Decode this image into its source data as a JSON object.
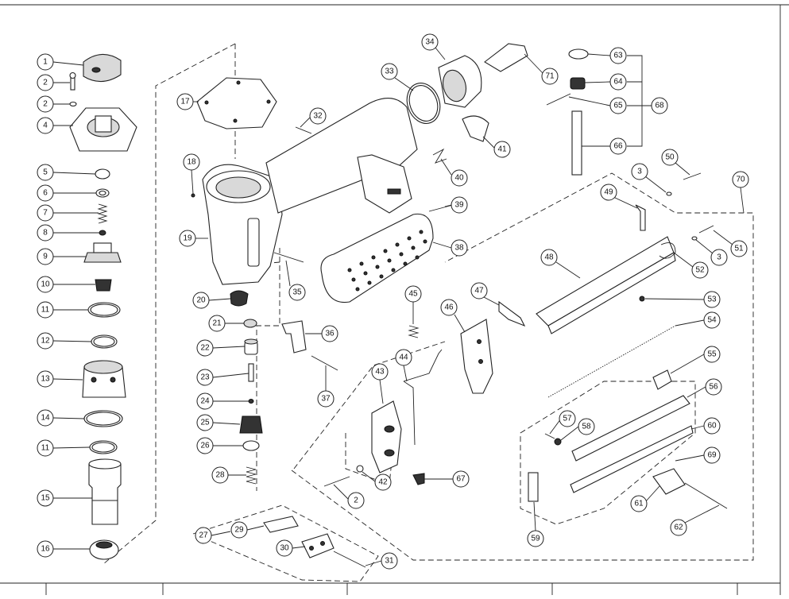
{
  "diagram": {
    "callouts": [
      {
        "id": "c1",
        "label": "1"
      },
      {
        "id": "c2a",
        "label": "2"
      },
      {
        "id": "c2b",
        "label": "2"
      },
      {
        "id": "c4",
        "label": "4"
      },
      {
        "id": "c5",
        "label": "5"
      },
      {
        "id": "c6",
        "label": "6"
      },
      {
        "id": "c7",
        "label": "7"
      },
      {
        "id": "c8",
        "label": "8"
      },
      {
        "id": "c9",
        "label": "9"
      },
      {
        "id": "c10",
        "label": "10"
      },
      {
        "id": "c11a",
        "label": "11"
      },
      {
        "id": "c12",
        "label": "12"
      },
      {
        "id": "c13",
        "label": "13"
      },
      {
        "id": "c14",
        "label": "14"
      },
      {
        "id": "c11b",
        "label": "11"
      },
      {
        "id": "c15",
        "label": "15"
      },
      {
        "id": "c16",
        "label": "16"
      },
      {
        "id": "c17",
        "label": "17"
      },
      {
        "id": "c18",
        "label": "18"
      },
      {
        "id": "c19",
        "label": "19"
      },
      {
        "id": "c20",
        "label": "20"
      },
      {
        "id": "c21",
        "label": "21"
      },
      {
        "id": "c22",
        "label": "22"
      },
      {
        "id": "c23",
        "label": "23"
      },
      {
        "id": "c24",
        "label": "24"
      },
      {
        "id": "c25",
        "label": "25"
      },
      {
        "id": "c26",
        "label": "26"
      },
      {
        "id": "c28",
        "label": "28"
      },
      {
        "id": "c27",
        "label": "27"
      },
      {
        "id": "c29",
        "label": "29"
      },
      {
        "id": "c30",
        "label": "30"
      },
      {
        "id": "c31",
        "label": "31"
      },
      {
        "id": "c32",
        "label": "32"
      },
      {
        "id": "c33",
        "label": "33"
      },
      {
        "id": "c34",
        "label": "34"
      },
      {
        "id": "c35",
        "label": "35"
      },
      {
        "id": "c36",
        "label": "36"
      },
      {
        "id": "c37",
        "label": "37"
      },
      {
        "id": "c38",
        "label": "38"
      },
      {
        "id": "c39",
        "label": "39"
      },
      {
        "id": "c40",
        "label": "40"
      },
      {
        "id": "c41",
        "label": "41"
      },
      {
        "id": "c42",
        "label": "42"
      },
      {
        "id": "c2c",
        "label": "2"
      },
      {
        "id": "c43",
        "label": "43"
      },
      {
        "id": "c44",
        "label": "44"
      },
      {
        "id": "c45",
        "label": "45"
      },
      {
        "id": "c46",
        "label": "46"
      },
      {
        "id": "c47",
        "label": "47"
      },
      {
        "id": "c48",
        "label": "48"
      },
      {
        "id": "c49",
        "label": "49"
      },
      {
        "id": "c50",
        "label": "50"
      },
      {
        "id": "c3a",
        "label": "3"
      },
      {
        "id": "c3b",
        "label": "3"
      },
      {
        "id": "c51",
        "label": "51"
      },
      {
        "id": "c52",
        "label": "52"
      },
      {
        "id": "c53",
        "label": "53"
      },
      {
        "id": "c54",
        "label": "54"
      },
      {
        "id": "c55",
        "label": "55"
      },
      {
        "id": "c56",
        "label": "56"
      },
      {
        "id": "c57",
        "label": "57"
      },
      {
        "id": "c58",
        "label": "58"
      },
      {
        "id": "c59",
        "label": "59"
      },
      {
        "id": "c60",
        "label": "60"
      },
      {
        "id": "c61",
        "label": "61"
      },
      {
        "id": "c62",
        "label": "62"
      },
      {
        "id": "c63",
        "label": "63"
      },
      {
        "id": "c64",
        "label": "64"
      },
      {
        "id": "c65",
        "label": "65"
      },
      {
        "id": "c66",
        "label": "66"
      },
      {
        "id": "c67",
        "label": "67"
      },
      {
        "id": "c68",
        "label": "68"
      },
      {
        "id": "c69",
        "label": "69"
      },
      {
        "id": "c70",
        "label": "70"
      },
      {
        "id": "c71",
        "label": "71"
      }
    ]
  }
}
